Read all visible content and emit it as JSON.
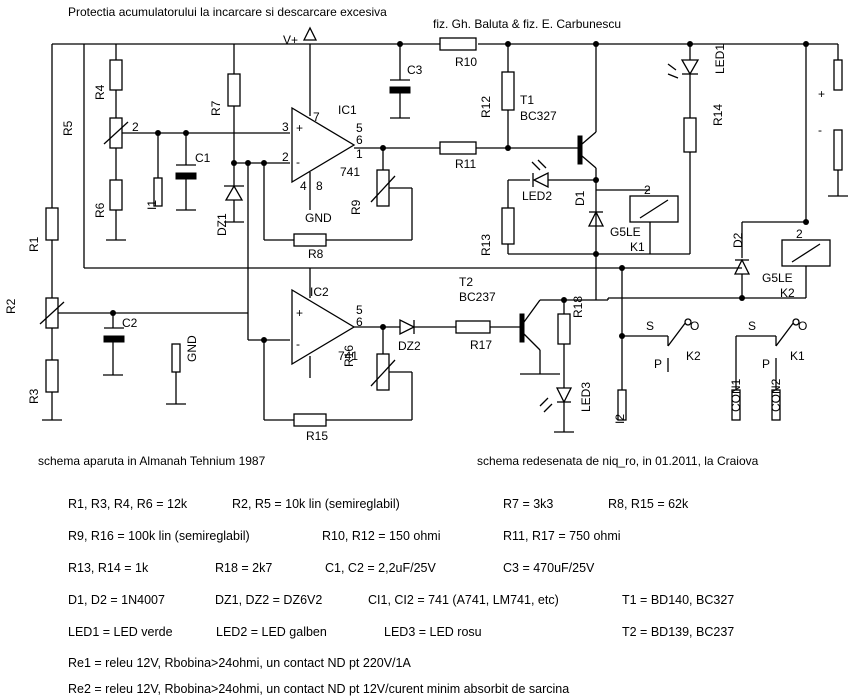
{
  "title": "Protectia acumulatorului la incarcare si descarcare excesiva",
  "authors": "fiz. Gh. Baluta & fiz. E. Carbunescu",
  "source_note": "schema aparuta in Almanah Tehnium 1987",
  "redraw_note": "schema redesenata de niq_ro, in 01.2011, la Craiova",
  "labels": {
    "R1": "R1",
    "R2": "R2",
    "R3": "R3",
    "R4": "R4",
    "R5": "R5",
    "R6": "R6",
    "R7": "R7",
    "R8": "R8",
    "R9": "R9",
    "R10": "R10",
    "R11": "R11",
    "R12": "R12",
    "R13": "R13",
    "R14": "R14",
    "R15": "R15",
    "R16": "R16",
    "R17": "R17",
    "R18": "R18",
    "C1": "C1",
    "C2": "C2",
    "C3": "C3",
    "DZ1": "DZ1",
    "DZ2": "DZ2",
    "D1": "D1",
    "D2": "D2",
    "LED1": "LED1",
    "LED2": "LED2",
    "LED3": "LED3",
    "IC1": "IC1",
    "IC2": "IC2",
    "T1": "T1",
    "T1_type": "BC327",
    "T2": "T2",
    "T2_type": "BC237",
    "K1": "K1",
    "K2": "K2",
    "relay_type": "G5LE",
    "opamp": "741",
    "gnd": "GND",
    "vplus": "V+",
    "I1": "I1",
    "I2": "I2",
    "CON1": "CON1",
    "CON2": "CON2",
    "contact_s": "S",
    "contact_o": "O",
    "contact_p": "P",
    "plus": "+",
    "minus": "-",
    "p1": "1",
    "p2": "2",
    "p3": "3",
    "p4": "4",
    "p5": "5",
    "p6": "6",
    "p7": "7",
    "p8": "8"
  },
  "parts": [
    [
      "R1, R3, R4, R6 = 12k",
      "R2, R5 = 10k lin (semireglabil)",
      "R7 = 3k3",
      "R8, R15 = 62k"
    ],
    [
      "R9, R16 = 100k lin (semireglabil)",
      "R10, R12 = 150 ohmi",
      "R11, R17 = 750 ohmi"
    ],
    [
      "R13, R14 = 1k",
      "R18 = 2k7",
      "C1, C2 = 2,2uF/25V",
      "C3 = 470uF/25V"
    ],
    [
      "D1, D2 = 1N4007",
      "DZ1, DZ2 = DZ6V2",
      "CI1, CI2 = 741 (A741, LM741, etc)",
      "T1 = BD140, BC327"
    ],
    [
      "LED1 = LED verde",
      "LED2 = LED galben",
      "LED3 = LED rosu",
      "T2 = BD139, BC237"
    ],
    [
      "Re1 = releu 12V, Rbobina>24ohmi, un contact ND pt 220V/1A"
    ],
    [
      "Re2 = releu 12V, Rbobina>24ohmi, un contact ND pt 12V/curent minim absorbit de sarcina"
    ]
  ]
}
